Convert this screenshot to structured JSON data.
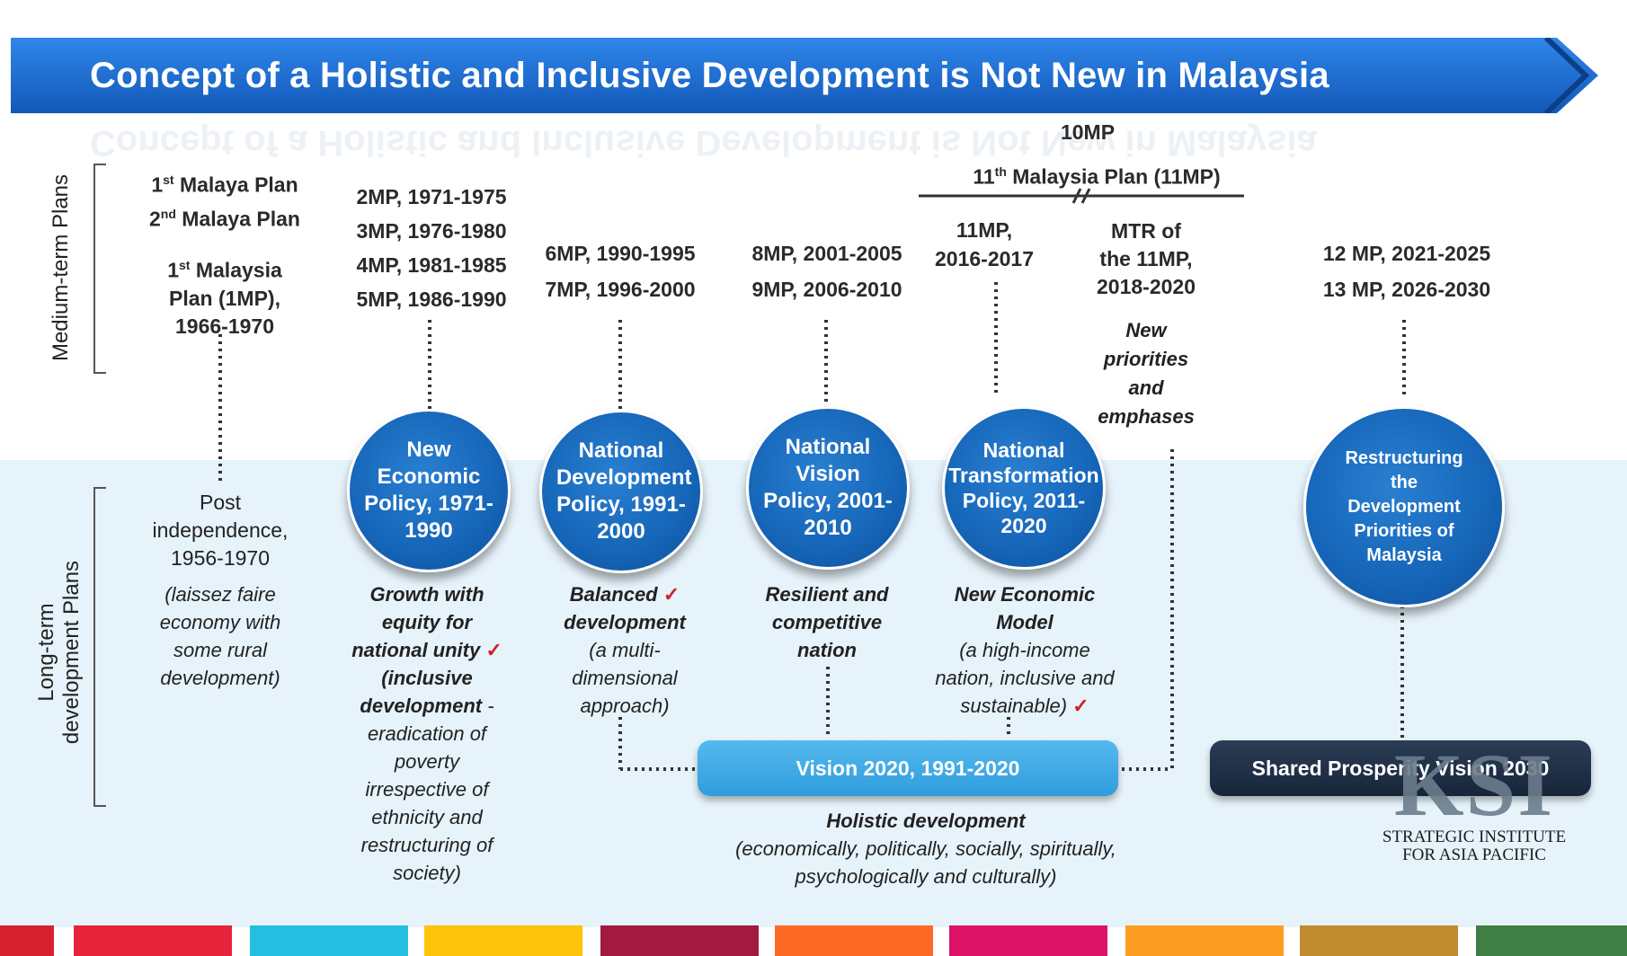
{
  "title": "Concept of a Holistic and Inclusive Development is Not New in Malaysia",
  "axis_labels": {
    "medium": "Medium-term Plans",
    "long_line1": "Long-term",
    "long_line2": "development Plans"
  },
  "header_10mp": "10MP",
  "header_11mp_pre": "11",
  "header_11mp_sup": "th",
  "header_11mp_post": " Malaysia Plan (11MP)",
  "col1": {
    "plan1_pre": "1",
    "plan1_sup": "st",
    "plan1_post": " Malaya Plan",
    "plan2_pre": "2",
    "plan2_sup": "nd",
    "plan2_post": " Malaya Plan",
    "plan3_pre": "1",
    "plan3_sup": "st",
    "plan3_post": " Malaysia",
    "plan3_line2": "Plan (1MP),",
    "plan3_line3": "1966-1970",
    "era": [
      "Post",
      "independence,",
      "1956-1970"
    ],
    "desc": [
      "(laissez faire",
      "economy with",
      "some rural",
      "development)"
    ]
  },
  "col2": {
    "plans": [
      "2MP, 1971-1975",
      "3MP, 1976-1980",
      "4MP, 1981-1985",
      "5MP, 1986-1990"
    ],
    "policy": "New Economic Policy, 1971-1990",
    "desc_bold": [
      "Growth with",
      "equity for",
      "national unity",
      "(inclusive",
      "development"
    ],
    "desc_italic": [
      "eradication of",
      "poverty",
      "irrespective of",
      "ethnicity and",
      "restructuring of",
      "society)"
    ],
    "dash": " -"
  },
  "col3": {
    "plans": [
      "6MP, 1990-1995",
      "7MP, 1996-2000"
    ],
    "policy": "National Development Policy, 1991-2000",
    "desc_bold": [
      "Balanced",
      "development"
    ],
    "desc_italic": [
      "(a multi-",
      "dimensional",
      "approach)"
    ]
  },
  "col4": {
    "plans": [
      "8MP, 2001-2005",
      "9MP, 2006-2010"
    ],
    "policy": "National Vision Policy, 2001-2010",
    "desc_bold": [
      "Resilient and",
      "competitive",
      "nation"
    ]
  },
  "col5": {
    "plans": [
      "11MP,",
      "2016-2017"
    ],
    "policy": "National Transformation Policy, 2011-2020",
    "desc_bold": [
      "New Economic",
      "Model"
    ],
    "desc_italic": [
      "(a high-income",
      "nation, inclusive and",
      "sustainable)"
    ]
  },
  "col6": {
    "plans": [
      "MTR of",
      "the 11MP,",
      "2018-2020"
    ],
    "note": [
      "New",
      "priorities",
      "and",
      "emphases"
    ]
  },
  "col7": {
    "plans": [
      "12 MP, 2021-2025",
      "13 MP, 2026-2030"
    ],
    "policy": "Restructuring the Development Priorities of Malaysia"
  },
  "vision2020": "Vision 2020, 1991-2020",
  "shared_prosperity": "Shared Prosperity Vision 2030",
  "holistic": {
    "title": "Holistic development",
    "line1": "(economically, politically, socially, spiritually,",
    "line2": "psychologically and culturally)"
  },
  "logo": {
    "mark": "KSI",
    "line1": "STRATEGIC INSTITUTE",
    "line2": "FOR ASIA PACIFIC"
  },
  "check_mark": "✓",
  "colors": {
    "banner": "#1e6fd6",
    "circle": "#1565b8",
    "vision_pill": "#3aa9e6",
    "shared_pill": "#1f2f44",
    "check": "#d0202a",
    "band": "#e6f3fa"
  }
}
